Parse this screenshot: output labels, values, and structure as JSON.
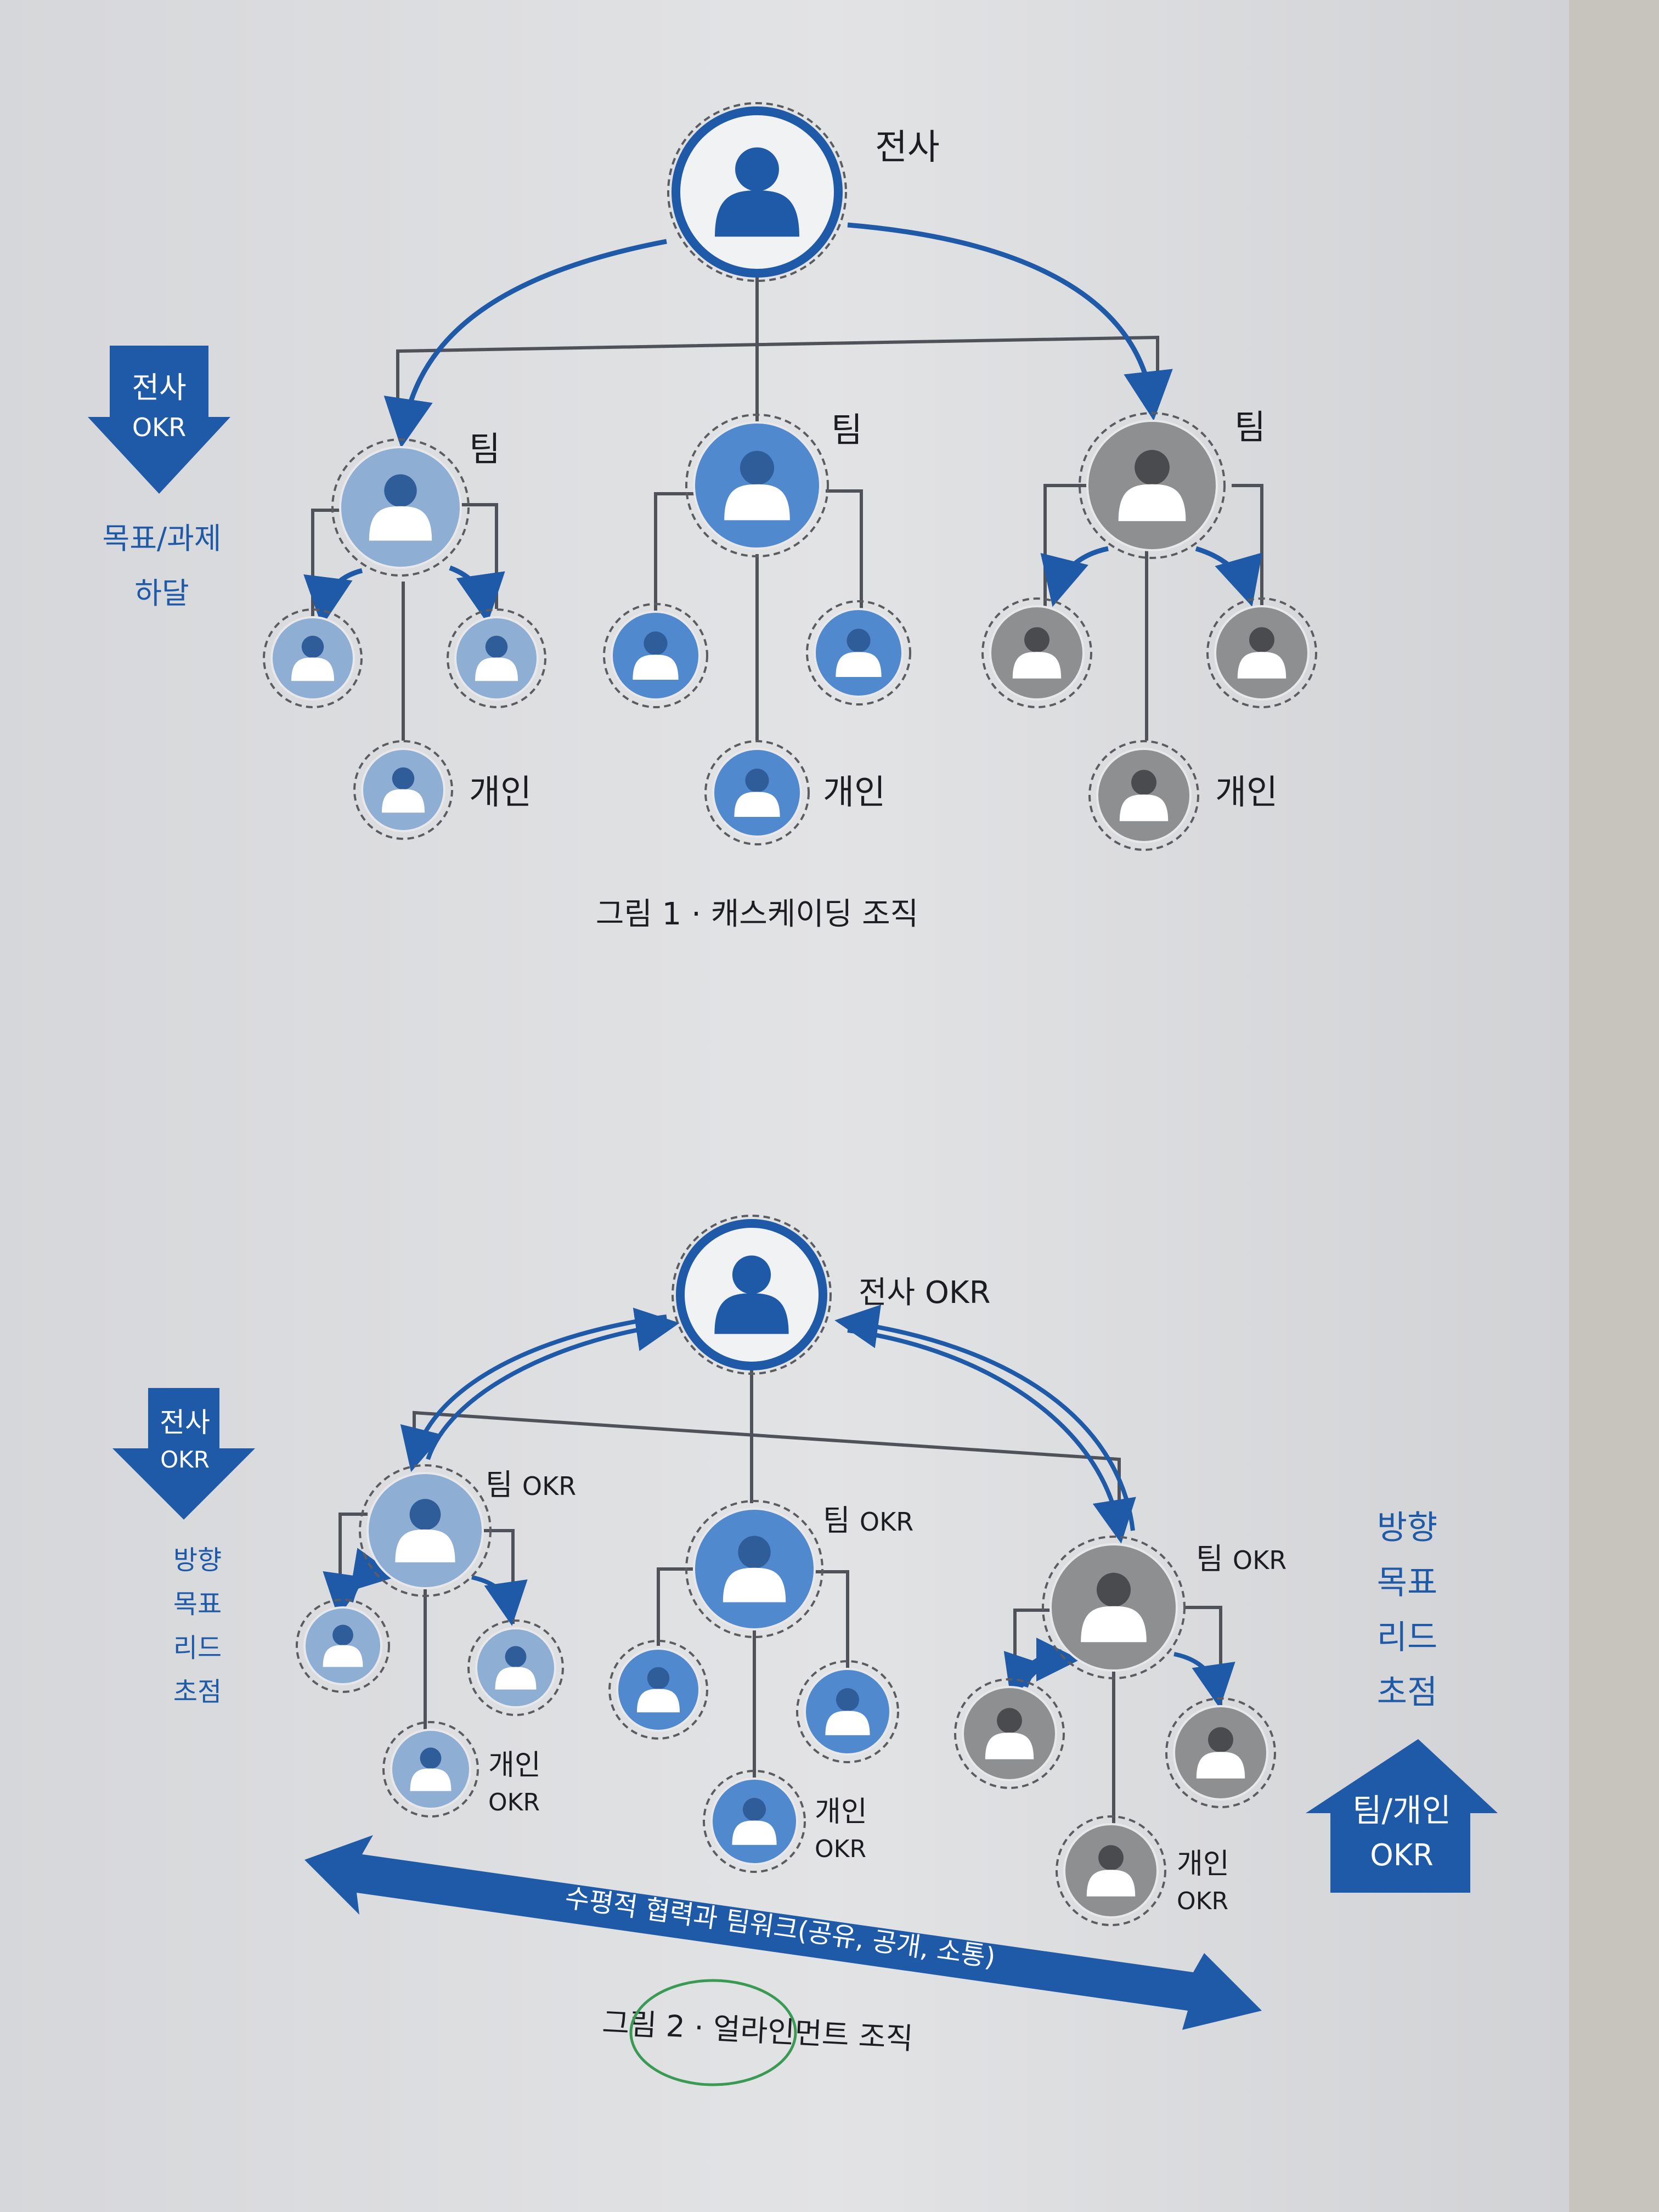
{
  "colors": {
    "accent": "#1f5aa8",
    "company": "#1f5aa8",
    "team_left": "#8eaed3",
    "team_mid": "#5189cf",
    "team_right": "#8e8f91",
    "connector": "#4f5258",
    "page": "#dcdcde"
  },
  "fig1": {
    "company": "전사",
    "team": "팀",
    "individual": "개인",
    "side_arrow": [
      "전사",
      "OKR"
    ],
    "side_text": [
      "목표/과제",
      "하달"
    ],
    "caption": "그림 1 · 캐스케이딩 조직"
  },
  "fig2": {
    "company": "전사 OKR",
    "team": [
      "팀",
      "OKR"
    ],
    "individual": [
      "개인",
      "OKR"
    ],
    "left_arrow": [
      "전사",
      "OKR"
    ],
    "left_text": [
      "방향",
      "목표",
      "리드",
      "초점"
    ],
    "right_text": [
      "방향",
      "목표",
      "리드",
      "초점"
    ],
    "right_arrow": [
      "팀/개인",
      "OKR"
    ],
    "banner": "수평적 협력과 팀워크(공유, 공개, 소통)",
    "caption": "그림 2 · 얼라인먼트 조직"
  },
  "icons": [
    "person-icon",
    "down-arrow-icon",
    "up-arrow-icon",
    "double-arrow-icon"
  ]
}
